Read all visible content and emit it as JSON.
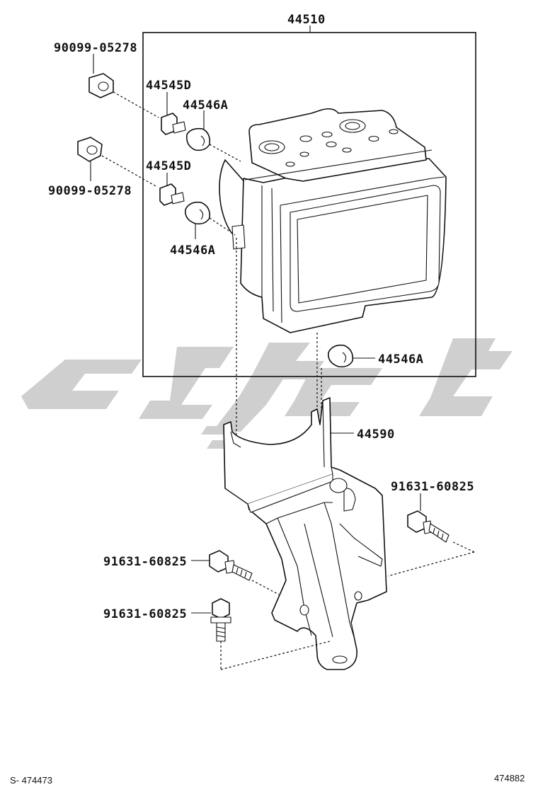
{
  "labels": {
    "assembly": "44510",
    "nut_top": "90099-05278",
    "nut_mid": "90099-05278",
    "collar_top": "44545D",
    "collar_mid": "44545D",
    "cushion_top": "44546A",
    "cushion_mid": "44546A",
    "cushion_bottom": "44546A",
    "bracket": "44590",
    "bolt_right": "91631-60825",
    "bolt_left_upper": "91631-60825",
    "bolt_left_lower": "91631-60825"
  },
  "footer": {
    "left_code": "S- 474473",
    "right_code": "474882"
  }
}
